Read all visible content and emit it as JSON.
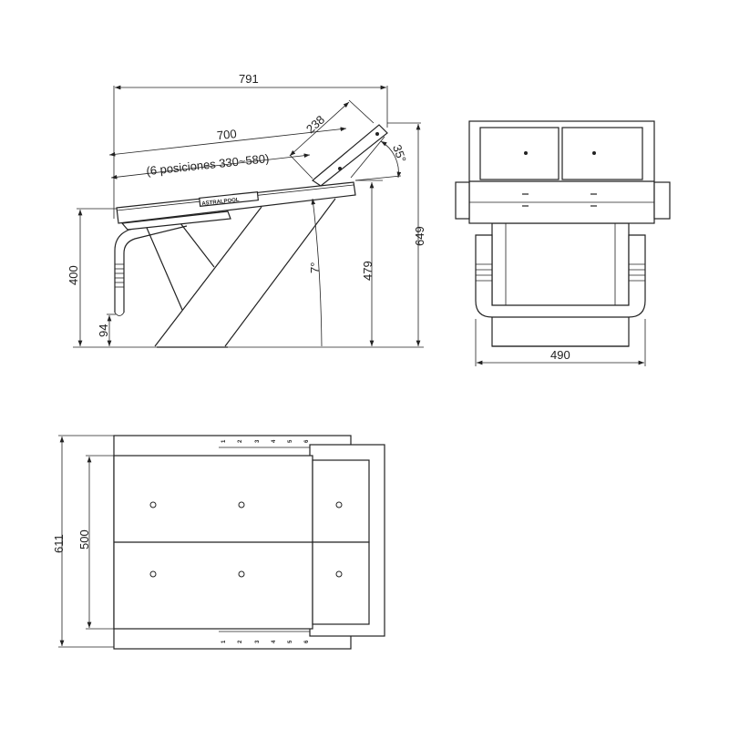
{
  "side_view": {
    "dim_total_length": "791",
    "dim_seat_length": "700",
    "dim_positions": "(6 posiciones 330~580)",
    "dim_backrest": "238",
    "angle_backrest": "35°",
    "angle_seat": "7°",
    "dim_seat_height": "479",
    "dim_total_height": "649",
    "dim_rail_height": "400",
    "dim_rail_bottom": "94",
    "brand_label": "ASTRALPOOL"
  },
  "front_view": {
    "dim_width": "490"
  },
  "top_view": {
    "dim_total_width": "611",
    "dim_seat_width": "500",
    "position_marks": [
      "1",
      "2",
      "3",
      "4",
      "5",
      "6"
    ]
  }
}
